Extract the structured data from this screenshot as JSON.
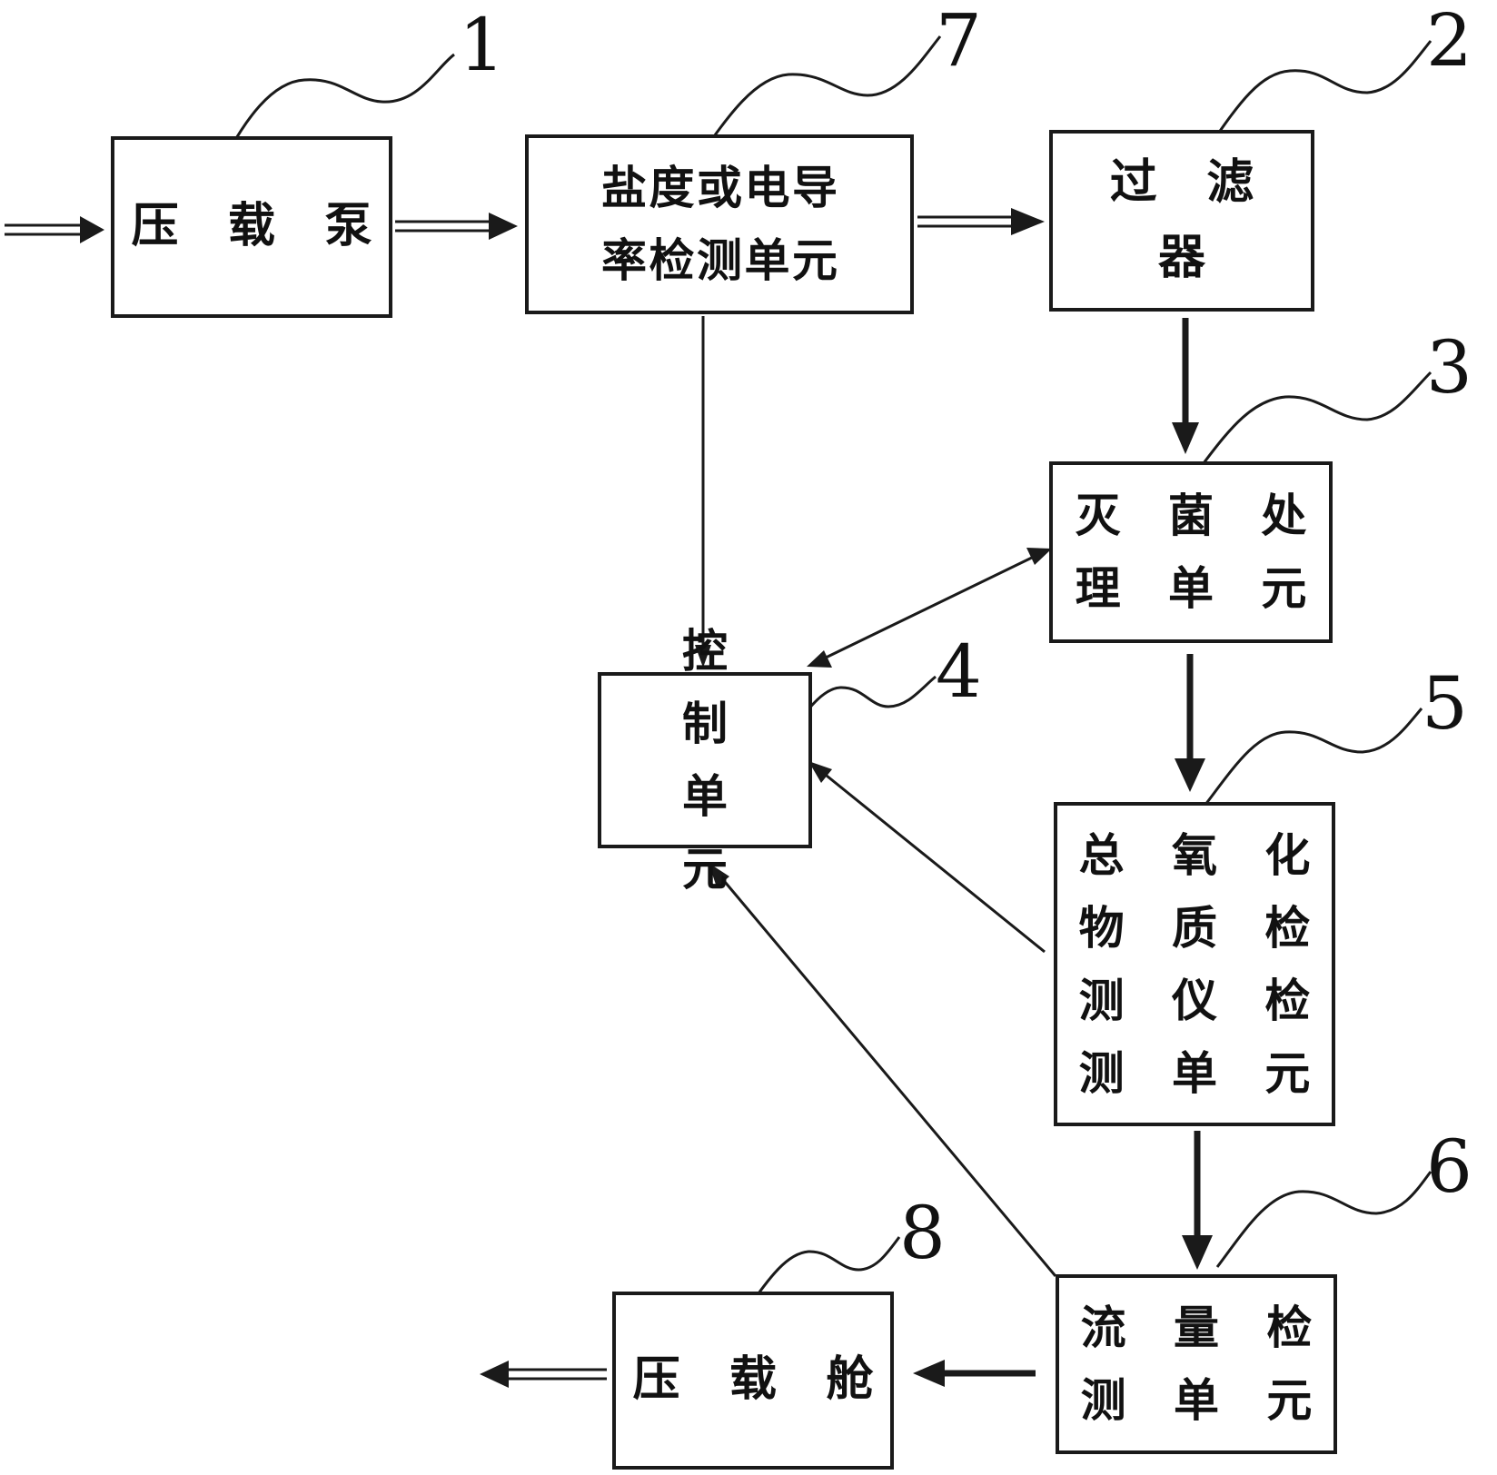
{
  "blocks": {
    "pump": {
      "label": "压 载 泵",
      "number": "1"
    },
    "salinity": {
      "label_line1": "盐度或电导",
      "label_line2": "率检测单元",
      "number": "7"
    },
    "filter": {
      "label": "过 滤 器",
      "number": "2"
    },
    "sterilize": {
      "label_line1": "灭 菌 处",
      "label_line2": "理 单 元",
      "number": "3"
    },
    "control": {
      "label_line1": "控 制",
      "label_line2": "单 元",
      "number": "4"
    },
    "toc": {
      "label_line1": "总 氧 化",
      "label_line2": "物 质 检",
      "label_line3": "测 仪 检",
      "label_line4": "测 单 元",
      "number": "5"
    },
    "flow": {
      "label_line1": "流 量 检",
      "label_line2": "测 单 元",
      "number": "6"
    },
    "tank": {
      "label": "压 载 舱",
      "number": "8"
    }
  },
  "colors": {
    "line": "#1a1a1a",
    "background": "#ffffff"
  }
}
